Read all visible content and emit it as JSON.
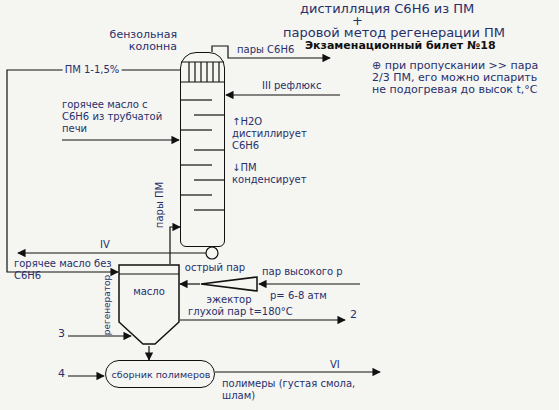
{
  "diagram": {
    "title": "Экзаменационный билет №18",
    "nodes": [
      {
        "text": [
          "бензольная колонна"
        ]
      },
      {
        "text": [
          "масло"
        ]
      },
      {
        "text": [
          "эжектор"
        ]
      },
      {
        "text": [
          "сборник полимеров"
        ]
      }
    ],
    "edges": [
      {
        "from": 0,
        "to": 1,
        "arrow": "to",
        "label": "ПМ 1-1,5%"
      },
      {
        "from": 1,
        "to": 0,
        "arrow": "to",
        "label": "пары ПМ"
      },
      {
        "from": 2,
        "to": 1,
        "arrow": "to",
        "label": "острый пар"
      },
      {
        "from": 1,
        "to": 3,
        "arrow": "to"
      }
    ],
    "labels": [
      "дистилляция C6H6 из ПМ",
      "+",
      "паровой метод регенерации ПМ",
      "пары C6H6",
      "III рефлюкс",
      "горячее масло с C6H6 из трубчатой печи",
      "↑H2O дистиллирует C6H6",
      "↓ПМ конденсирует",
      "IV",
      "горячее масло без C6H6",
      "регенератор",
      "пар высокого р",
      "р= 6-8 атм",
      "глухой пар t=180°С",
      "2",
      "3",
      "4",
      "полимеры (густая смола, шлам)",
      "VI",
      "⊕ при пропускании >> пара 2/3 ПМ, его можно испарить не подогревая до высок t,°С"
    ]
  }
}
